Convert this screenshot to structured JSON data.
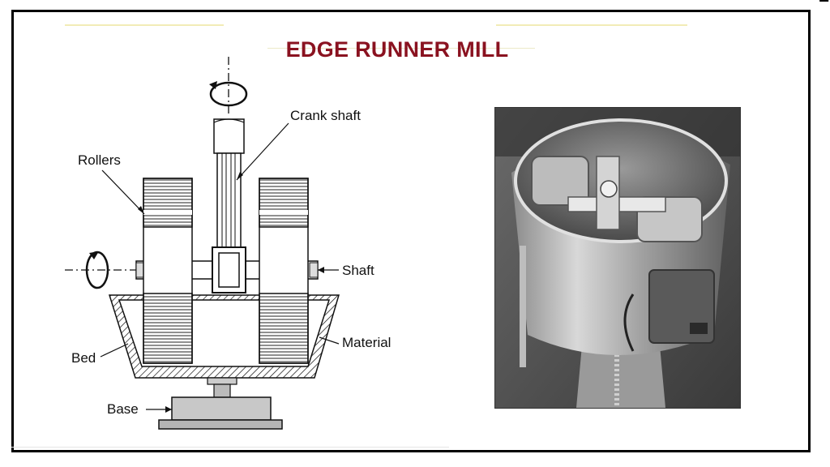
{
  "slide": {
    "title": "EDGE RUNNER MILL",
    "title_color": "#8a1220"
  },
  "diagram": {
    "labels": {
      "crank_shaft": "Crank shaft",
      "rollers": "Rollers",
      "shaft": "Shaft",
      "bed": "Bed",
      "material": "Material",
      "base": "Base"
    }
  },
  "photo": {
    "subject": "edge-runner-mill-photo"
  }
}
